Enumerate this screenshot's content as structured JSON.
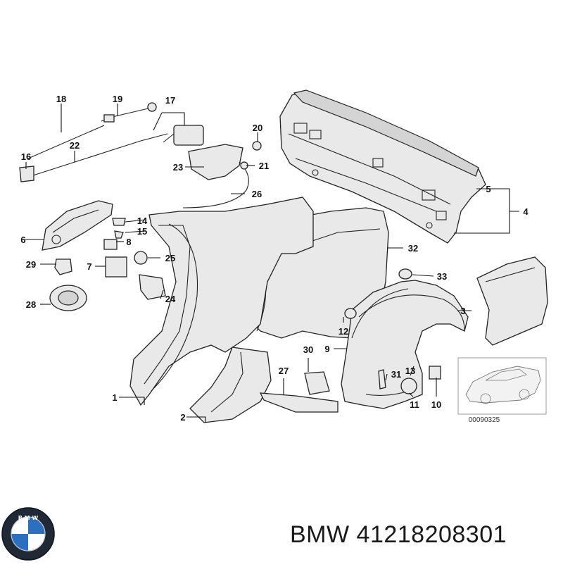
{
  "diagram": {
    "reference_code": "00090325",
    "brand_text": "BMW 41218208301",
    "callouts": [
      {
        "id": "c18",
        "text": "18"
      },
      {
        "id": "c19",
        "text": "19"
      },
      {
        "id": "c17",
        "text": "17"
      },
      {
        "id": "c16",
        "text": "16"
      },
      {
        "id": "c22",
        "text": "22"
      },
      {
        "id": "c20",
        "text": "20"
      },
      {
        "id": "c23",
        "text": "23"
      },
      {
        "id": "c21",
        "text": "21"
      },
      {
        "id": "c26",
        "text": "26"
      },
      {
        "id": "c5",
        "text": "5"
      },
      {
        "id": "c4",
        "text": "4"
      },
      {
        "id": "c6",
        "text": "6"
      },
      {
        "id": "c14",
        "text": "14"
      },
      {
        "id": "c15",
        "text": "15"
      },
      {
        "id": "c8",
        "text": "8"
      },
      {
        "id": "c29",
        "text": "29"
      },
      {
        "id": "c7",
        "text": "7"
      },
      {
        "id": "c25",
        "text": "25"
      },
      {
        "id": "c32",
        "text": "32"
      },
      {
        "id": "c33",
        "text": "33"
      },
      {
        "id": "c28",
        "text": "28"
      },
      {
        "id": "c24",
        "text": "24"
      },
      {
        "id": "c3",
        "text": "3"
      },
      {
        "id": "c12",
        "text": "12"
      },
      {
        "id": "c30",
        "text": "30"
      },
      {
        "id": "c9",
        "text": "9"
      },
      {
        "id": "c27",
        "text": "27"
      },
      {
        "id": "c31",
        "text": "31"
      },
      {
        "id": "c13",
        "text": "13"
      },
      {
        "id": "c1",
        "text": "1"
      },
      {
        "id": "c11",
        "text": "11"
      },
      {
        "id": "c10",
        "text": "10"
      },
      {
        "id": "c2",
        "text": "2"
      }
    ]
  }
}
